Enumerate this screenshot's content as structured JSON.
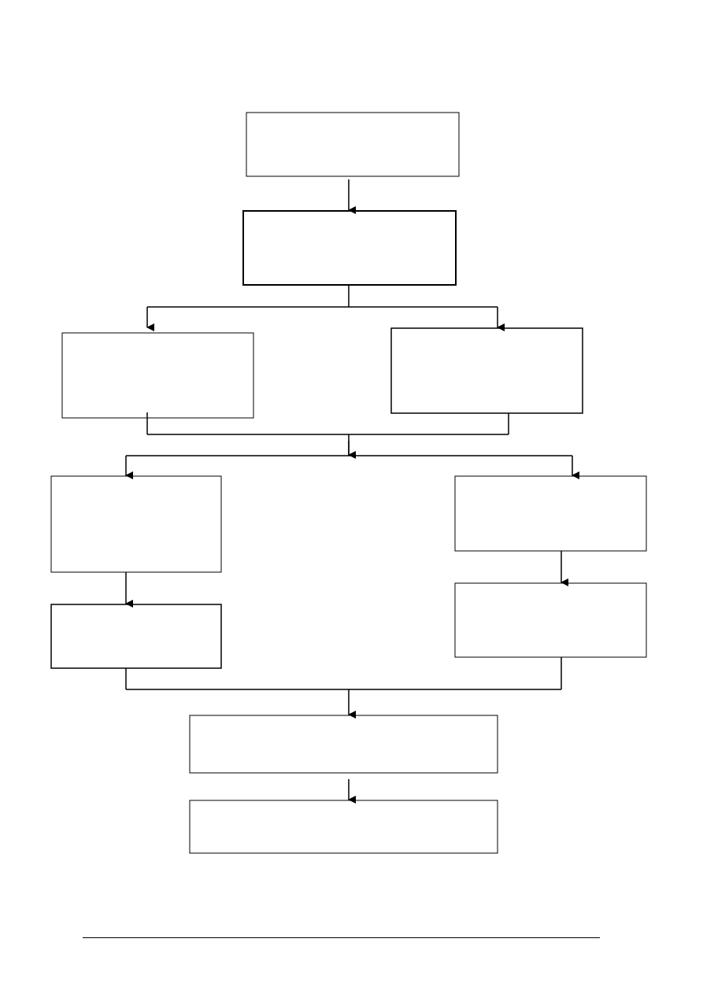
{
  "diagram": {
    "type": "flowchart",
    "line_color": "#000000",
    "box_fill": "#ffffff",
    "nodes": [
      {
        "id": "start-box",
        "text": ""
      },
      {
        "id": "second-box",
        "text": ""
      },
      {
        "id": "left-branch-box",
        "text": ""
      },
      {
        "id": "right-branch-box",
        "text": ""
      },
      {
        "id": "left-lower-box-1",
        "text": ""
      },
      {
        "id": "left-lower-box-2",
        "text": ""
      },
      {
        "id": "right-lower-box-1",
        "text": ""
      },
      {
        "id": "right-lower-box-2",
        "text": ""
      },
      {
        "id": "merge-box",
        "text": ""
      },
      {
        "id": "final-box",
        "text": ""
      }
    ]
  }
}
